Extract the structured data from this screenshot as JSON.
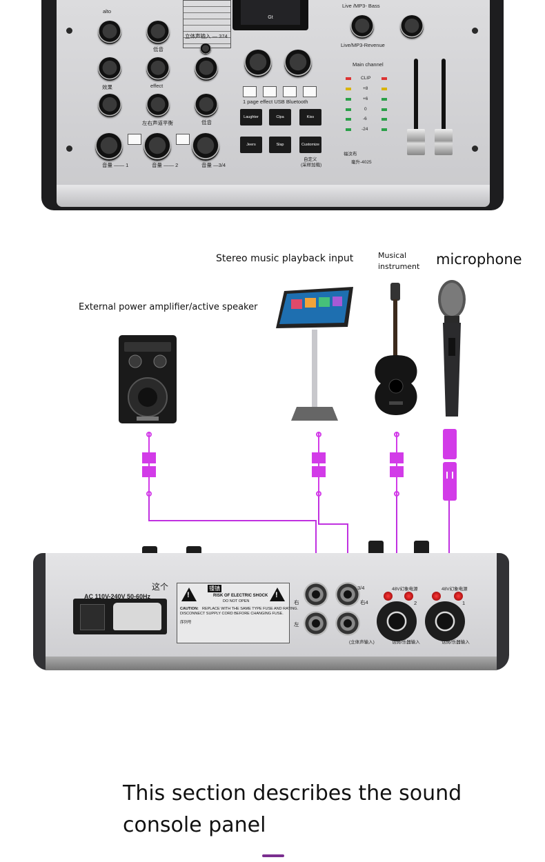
{
  "colors": {
    "cable": "#c030e0",
    "connector": "#d23be8",
    "accent_underline": "#7a2e8f",
    "panel_grey": "#d6d6d8",
    "panel_dark": "#1d1d1f"
  },
  "top_panel": {
    "labels": {
      "alto": "alto",
      "bass": "低音",
      "effect_cn": "效果",
      "effect_en": "effect",
      "balance_lr": "左右声道平衡",
      "volume_1": "音量 —— 1",
      "volume_2": "音量 —— 2",
      "volume_34": "音量 —3/4",
      "stereo_in_34": "立体声输入 — 374",
      "live_mp3_bass": "Live /MP3- Bass",
      "live_mp3_reverb": "Live/MP3-Revenue",
      "main_channel": "Main channel",
      "effect_bar": "1 page effect USB Bluetooth",
      "screen_text": "Gt",
      "clip": "CLIP",
      "model": "福汶布",
      "model_no": "毫升-4025",
      "custom_cn": "自定义",
      "custom_sub": "(采样加载)"
    },
    "pads": [
      "Laughter",
      "Clpa",
      "Kiss",
      "Jeers",
      "Slap",
      "Customize"
    ],
    "meter_marks": [
      "+8",
      "+6",
      "0",
      "-6",
      "-24"
    ]
  },
  "devices": {
    "amplifier": "External power amplifier/active speaker",
    "stereo_input": "Stereo music playback input",
    "instrument": "Musical\ninstrument",
    "microphone": "microphone"
  },
  "bottom_panel": {
    "zhe_ge": "这个",
    "voltage": "AC 110V-240V 50-60Hz",
    "brand_cn": "锺镇",
    "risk_title": "RISK OF ELECTRIC SHOCK",
    "risk_sub": "DO NOT OPEN",
    "caution_label": "CAUTION:",
    "caution_text": "REPLACE WITH THE SAME TYPE FUSE AND RATING.",
    "caution_text2": "DISCONNECT SUPPLY CORD BEFORE CHANGING FUSE.",
    "serial": "序列号",
    "right": "右",
    "left": "左",
    "right4": "右4",
    "ch34": "3/4",
    "stereo_cn": "(立体声输入)",
    "phantom_2": "48V幻象电源",
    "phantom_1": "48V幻象电源",
    "ch2": "2",
    "ch1": "1",
    "mic_inst_2": "话筒/乐器输入",
    "mic_inst_1": "话筒/乐器输入"
  },
  "caption": {
    "text": "This section describes the sound console panel"
  }
}
